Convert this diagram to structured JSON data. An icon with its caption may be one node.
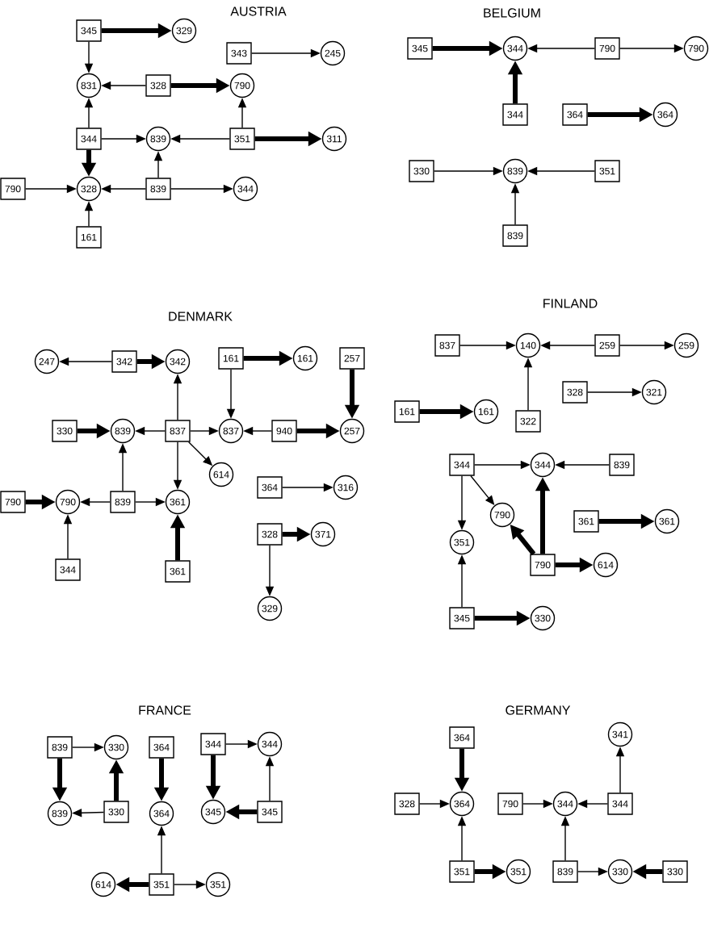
{
  "diagram": {
    "nodes": [
      {
        "text": [
          "345"
        ]
      },
      {
        "text": [
          "329"
        ]
      },
      {
        "text": [
          "343"
        ]
      },
      {
        "text": [
          "245"
        ]
      },
      {
        "text": [
          "831"
        ]
      },
      {
        "text": [
          "328"
        ]
      },
      {
        "text": [
          "790"
        ]
      },
      {
        "text": [
          "344"
        ]
      },
      {
        "text": [
          "839"
        ]
      },
      {
        "text": [
          "351"
        ]
      },
      {
        "text": [
          "311"
        ]
      },
      {
        "text": [
          "790"
        ]
      },
      {
        "text": [
          "328"
        ]
      },
      {
        "text": [
          "839"
        ]
      },
      {
        "text": [
          "344"
        ]
      },
      {
        "text": [
          "161"
        ]
      },
      {
        "text": [
          "345"
        ]
      },
      {
        "text": [
          "344"
        ]
      },
      {
        "text": [
          "790"
        ]
      },
      {
        "text": [
          "790"
        ]
      },
      {
        "text": [
          "344"
        ]
      },
      {
        "text": [
          "364"
        ]
      },
      {
        "text": [
          "364"
        ]
      },
      {
        "text": [
          "330"
        ]
      },
      {
        "text": [
          "839"
        ]
      },
      {
        "text": [
          "351"
        ]
      },
      {
        "text": [
          "839"
        ]
      },
      {
        "text": [
          "247"
        ]
      },
      {
        "text": [
          "342"
        ]
      },
      {
        "text": [
          "342"
        ]
      },
      {
        "text": [
          "161"
        ]
      },
      {
        "text": [
          "161"
        ]
      },
      {
        "text": [
          "257"
        ]
      },
      {
        "text": [
          "330"
        ]
      },
      {
        "text": [
          "839"
        ]
      },
      {
        "text": [
          "837"
        ]
      },
      {
        "text": [
          "837"
        ]
      },
      {
        "text": [
          "940"
        ]
      },
      {
        "text": [
          "257"
        ]
      },
      {
        "text": [
          "614"
        ]
      },
      {
        "text": [
          "364"
        ]
      },
      {
        "text": [
          "316"
        ]
      },
      {
        "text": [
          "790"
        ]
      },
      {
        "text": [
          "790"
        ]
      },
      {
        "text": [
          "839"
        ]
      },
      {
        "text": [
          "361"
        ]
      },
      {
        "text": [
          "328"
        ]
      },
      {
        "text": [
          "371"
        ]
      },
      {
        "text": [
          "344"
        ]
      },
      {
        "text": [
          "361"
        ]
      },
      {
        "text": [
          "329"
        ]
      },
      {
        "text": [
          "837"
        ]
      },
      {
        "text": [
          "140"
        ]
      },
      {
        "text": [
          "259"
        ]
      },
      {
        "text": [
          "259"
        ]
      },
      {
        "text": [
          "328"
        ]
      },
      {
        "text": [
          "321"
        ]
      },
      {
        "text": [
          "161"
        ]
      },
      {
        "text": [
          "161"
        ]
      },
      {
        "text": [
          "322"
        ]
      },
      {
        "text": [
          "344"
        ]
      },
      {
        "text": [
          "344"
        ]
      },
      {
        "text": [
          "839"
        ]
      },
      {
        "text": [
          "790"
        ]
      },
      {
        "text": [
          "361"
        ]
      },
      {
        "text": [
          "361"
        ]
      },
      {
        "text": [
          "351"
        ]
      },
      {
        "text": [
          "790"
        ]
      },
      {
        "text": [
          "614"
        ]
      },
      {
        "text": [
          "345"
        ]
      },
      {
        "text": [
          "330"
        ]
      },
      {
        "text": [
          "839"
        ]
      },
      {
        "text": [
          "330"
        ]
      },
      {
        "text": [
          "364"
        ]
      },
      {
        "text": [
          "344"
        ]
      },
      {
        "text": [
          "344"
        ]
      },
      {
        "text": [
          "839"
        ]
      },
      {
        "text": [
          "330"
        ]
      },
      {
        "text": [
          "364"
        ]
      },
      {
        "text": [
          "345"
        ]
      },
      {
        "text": [
          "345"
        ]
      },
      {
        "text": [
          "614"
        ]
      },
      {
        "text": [
          "351"
        ]
      },
      {
        "text": [
          "351"
        ]
      },
      {
        "text": [
          "364"
        ]
      },
      {
        "text": [
          "341"
        ]
      },
      {
        "text": [
          "328"
        ]
      },
      {
        "text": [
          "364"
        ]
      },
      {
        "text": [
          "790"
        ]
      },
      {
        "text": [
          "344"
        ]
      },
      {
        "text": [
          "344"
        ]
      },
      {
        "text": [
          "351"
        ]
      },
      {
        "text": [
          "351"
        ]
      },
      {
        "text": [
          "839"
        ]
      },
      {
        "text": [
          "330"
        ]
      },
      {
        "text": [
          "330"
        ]
      }
    ],
    "edges": [
      {
        "from": 0,
        "to": 1,
        "arrow": "to",
        "style": "thick"
      },
      {
        "from": 0,
        "to": 4,
        "arrow": "to"
      },
      {
        "from": 2,
        "to": 3,
        "arrow": "to"
      },
      {
        "from": 5,
        "to": 4,
        "arrow": "to"
      },
      {
        "from": 5,
        "to": 6,
        "arrow": "to",
        "style": "thick"
      },
      {
        "from": 7,
        "to": 4,
        "arrow": "to"
      },
      {
        "from": 7,
        "to": 8,
        "arrow": "to"
      },
      {
        "from": 7,
        "to": 12,
        "arrow": "to",
        "style": "thick"
      },
      {
        "from": 9,
        "to": 6,
        "arrow": "to"
      },
      {
        "from": 9,
        "to": 8,
        "arrow": "to"
      },
      {
        "from": 9,
        "to": 10,
        "arrow": "to",
        "style": "thick"
      },
      {
        "from": 13,
        "to": 8,
        "arrow": "to"
      },
      {
        "from": 13,
        "to": 12,
        "arrow": "to"
      },
      {
        "from": 13,
        "to": 14,
        "arrow": "to"
      },
      {
        "from": 11,
        "to": 12,
        "arrow": "to"
      },
      {
        "from": 15,
        "to": 12,
        "arrow": "to"
      },
      {
        "from": 16,
        "to": 17,
        "arrow": "to",
        "style": "thick"
      },
      {
        "from": 18,
        "to": 17,
        "arrow": "to"
      },
      {
        "from": 18,
        "to": 19,
        "arrow": "to"
      },
      {
        "from": 20,
        "to": 17,
        "arrow": "to",
        "style": "thick"
      },
      {
        "from": 21,
        "to": 22,
        "arrow": "to",
        "style": "thick"
      },
      {
        "from": 23,
        "to": 24,
        "arrow": "to"
      },
      {
        "from": 25,
        "to": 24,
        "arrow": "to"
      },
      {
        "from": 26,
        "to": 24,
        "arrow": "to"
      },
      {
        "from": 28,
        "to": 27,
        "arrow": "to"
      },
      {
        "from": 28,
        "to": 29,
        "arrow": "to",
        "style": "thick"
      },
      {
        "from": 35,
        "to": 29,
        "arrow": "to"
      },
      {
        "from": 30,
        "to": 31,
        "arrow": "to",
        "style": "thick"
      },
      {
        "from": 30,
        "to": 36,
        "arrow": "to"
      },
      {
        "from": 32,
        "to": 38,
        "arrow": "to",
        "style": "thick"
      },
      {
        "from": 33,
        "to": 34,
        "arrow": "to",
        "style": "thick"
      },
      {
        "from": 35,
        "to": 34,
        "arrow": "to"
      },
      {
        "from": 35,
        "to": 36,
        "arrow": "to"
      },
      {
        "from": 37,
        "to": 36,
        "arrow": "to"
      },
      {
        "from": 37,
        "to": 38,
        "arrow": "to",
        "style": "thick"
      },
      {
        "from": 35,
        "to": 39,
        "arrow": "to"
      },
      {
        "from": 35,
        "to": 45,
        "arrow": "to"
      },
      {
        "from": 44,
        "to": 34,
        "arrow": "to"
      },
      {
        "from": 44,
        "to": 43,
        "arrow": "to"
      },
      {
        "from": 44,
        "to": 45,
        "arrow": "to"
      },
      {
        "from": 42,
        "to": 43,
        "arrow": "to",
        "style": "thick"
      },
      {
        "from": 48,
        "to": 43,
        "arrow": "to"
      },
      {
        "from": 49,
        "to": 45,
        "arrow": "to",
        "style": "thick"
      },
      {
        "from": 40,
        "to": 41,
        "arrow": "to"
      },
      {
        "from": 46,
        "to": 47,
        "arrow": "to",
        "style": "thick"
      },
      {
        "from": 46,
        "to": 50,
        "arrow": "to"
      },
      {
        "from": 51,
        "to": 52,
        "arrow": "to"
      },
      {
        "from": 53,
        "to": 52,
        "arrow": "to"
      },
      {
        "from": 53,
        "to": 54,
        "arrow": "to"
      },
      {
        "from": 59,
        "to": 52,
        "arrow": "to"
      },
      {
        "from": 55,
        "to": 56,
        "arrow": "to"
      },
      {
        "from": 57,
        "to": 58,
        "arrow": "to",
        "style": "thick"
      },
      {
        "from": 60,
        "to": 61,
        "arrow": "to"
      },
      {
        "from": 62,
        "to": 61,
        "arrow": "to"
      },
      {
        "from": 60,
        "to": 63,
        "arrow": "to"
      },
      {
        "from": 60,
        "to": 66,
        "arrow": "to"
      },
      {
        "from": 67,
        "to": 63,
        "arrow": "to",
        "style": "thick"
      },
      {
        "from": 67,
        "to": 61,
        "arrow": "to",
        "style": "thick"
      },
      {
        "from": 67,
        "to": 68,
        "arrow": "to",
        "style": "thick"
      },
      {
        "from": 64,
        "to": 65,
        "arrow": "to",
        "style": "thick"
      },
      {
        "from": 69,
        "to": 66,
        "arrow": "to"
      },
      {
        "from": 69,
        "to": 70,
        "arrow": "to",
        "style": "thick"
      },
      {
        "from": 71,
        "to": 72,
        "arrow": "to"
      },
      {
        "from": 71,
        "to": 76,
        "arrow": "to",
        "style": "thick"
      },
      {
        "from": 77,
        "to": 72,
        "arrow": "to",
        "style": "thick"
      },
      {
        "from": 77,
        "to": 76,
        "arrow": "to"
      },
      {
        "from": 73,
        "to": 78,
        "arrow": "to",
        "style": "thick"
      },
      {
        "from": 82,
        "to": 78,
        "arrow": "to"
      },
      {
        "from": 82,
        "to": 81,
        "arrow": "to",
        "style": "thick"
      },
      {
        "from": 82,
        "to": 83,
        "arrow": "to"
      },
      {
        "from": 74,
        "to": 75,
        "arrow": "to"
      },
      {
        "from": 74,
        "to": 79,
        "arrow": "to",
        "style": "thick"
      },
      {
        "from": 80,
        "to": 75,
        "arrow": "to"
      },
      {
        "from": 80,
        "to": 79,
        "arrow": "to",
        "style": "thick"
      },
      {
        "from": 84,
        "to": 87,
        "arrow": "to",
        "style": "thick"
      },
      {
        "from": 86,
        "to": 87,
        "arrow": "to"
      },
      {
        "from": 91,
        "to": 87,
        "arrow": "to"
      },
      {
        "from": 91,
        "to": 92,
        "arrow": "to",
        "style": "thick"
      },
      {
        "from": 88,
        "to": 89,
        "arrow": "to"
      },
      {
        "from": 90,
        "to": 89,
        "arrow": "to"
      },
      {
        "from": 90,
        "to": 85,
        "arrow": "to"
      },
      {
        "from": 93,
        "to": 89,
        "arrow": "to"
      },
      {
        "from": 93,
        "to": 94,
        "arrow": "to"
      },
      {
        "from": 95,
        "to": 94,
        "arrow": "to",
        "style": "thick"
      }
    ],
    "labels": [
      "AUSTRIA",
      "BELGIUM",
      "DENMARK",
      "FINLAND",
      "FRANCE",
      "GERMANY"
    ]
  }
}
